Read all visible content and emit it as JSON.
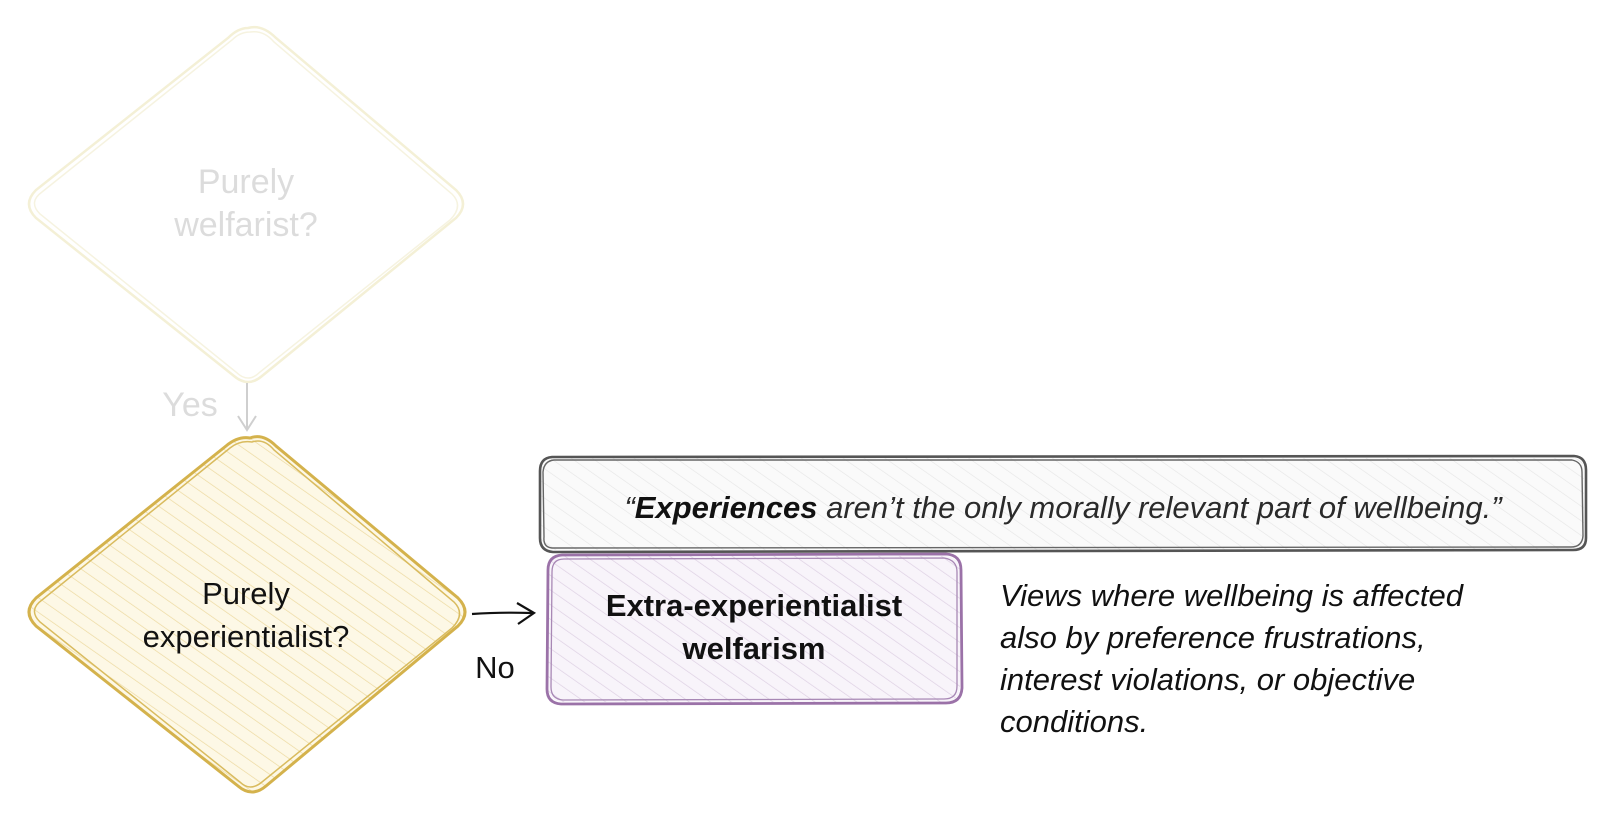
{
  "diagram": {
    "nodes": {
      "welfarist": {
        "lines": [
          "Purely",
          "welfarist?"
        ],
        "stroke": "#f3efd2",
        "state": "faded"
      },
      "experientialist": {
        "lines": [
          "Purely",
          "experientialist?"
        ],
        "stroke": "#d4b24c",
        "fill": "#fdf7e3"
      },
      "extra": {
        "lines": [
          "Extra-experientialist",
          "welfarism"
        ],
        "stroke": "#9b72a8",
        "fill": "#f6f1f8"
      }
    },
    "edges": {
      "yes_label": "Yes",
      "no_label": "No"
    },
    "quote": {
      "open": "“",
      "emphasis": "Experiences",
      "rest": " aren’t the only morally relevant part of wellbeing.”",
      "stroke": "#555555"
    },
    "description": {
      "lines": [
        "Views where wellbeing is affected",
        "also by preference frustrations,",
        "interest violations, or objective",
        "conditions."
      ]
    }
  }
}
